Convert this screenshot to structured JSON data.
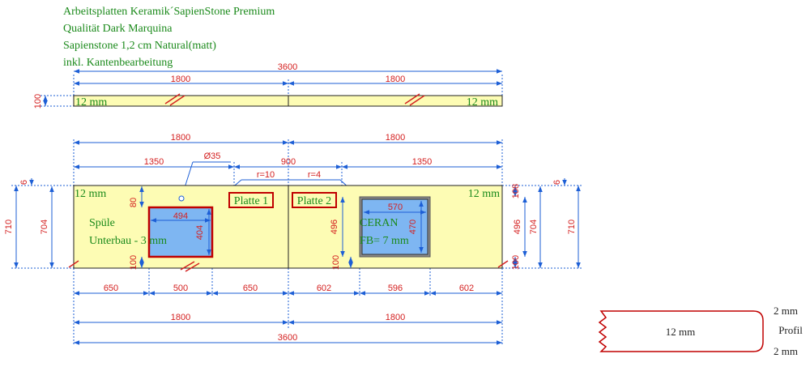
{
  "header": {
    "line1": "Arbeitsplatten Keramik´SapienStone Premium",
    "line2": "Qualität Dark Marquina",
    "line3": "Sapienstone 1,2 cm Natural(matt)",
    "line4": "inkl. Kantenbearbeitung"
  },
  "side_view": {
    "total_length": "3600",
    "half_left": "1800",
    "half_right": "1800",
    "height": "100",
    "thickness_left": "12 mm",
    "thickness_right": "12 mm"
  },
  "plan": {
    "top_left_width": "1800",
    "top_right_width": "1800",
    "offset_left": "1350",
    "offset_mid": "900",
    "offset_right": "1350",
    "hole_diameter": "Ø35",
    "radius_1": "r=10",
    "radius_2": "r=4",
    "thickness_left": "12 mm",
    "thickness_right": "12 mm",
    "plate_1": "Platte 1",
    "plate_2": "Platte 2",
    "sink_label": "Spüle",
    "sink_mount": "Unterbau - 3 mm",
    "cooktop_label": "CERAN",
    "cooktop_mount": "FB= 7 mm",
    "depth_outer": "710",
    "depth_inner": "704",
    "edge_offset": "6",
    "sink": {
      "width": "494",
      "depth": "404",
      "offset_top": "80",
      "offset_bottom": "100"
    },
    "cooktop": {
      "width": "570",
      "depth": "470",
      "cutout_depth": "496",
      "offset_top": "108",
      "offset_bottom": "100"
    },
    "right_depth_inner": "704",
    "right_depth_outer": "710",
    "right_cut_depth": "496",
    "right_offset_top": "108",
    "right_offset_bottom": "100",
    "right_edge_offset": "6",
    "bottom_row": [
      "650",
      "500",
      "650",
      "602",
      "596",
      "602"
    ],
    "bottom_halves": [
      "1800",
      "1800"
    ],
    "bottom_total": "3600"
  },
  "profile": {
    "thickness": "12 mm",
    "top_label": "2 mm",
    "side_label": "Profil",
    "bottom_label": "2 mm"
  },
  "colors": {
    "slab": "#fdfcb4",
    "cutout": "#7eb6f2",
    "dimension": "#1d5fd6",
    "dimension_text": "#d42020",
    "annotation": "#1b8a1b",
    "outline": "#e00000"
  }
}
